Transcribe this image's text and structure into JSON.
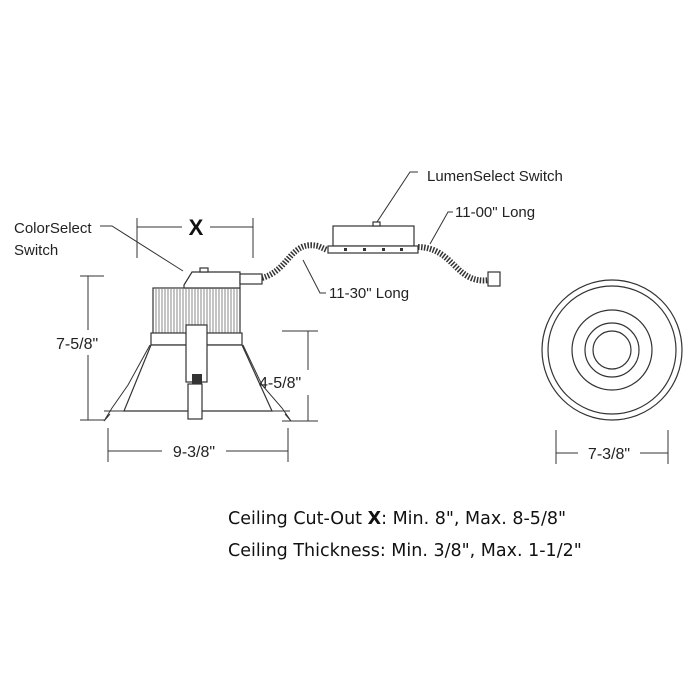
{
  "labels": {
    "color_select": [
      "ColorSelect",
      "Switch"
    ],
    "lumen_select": "LumenSelect Switch",
    "cable_right": "11-00\" Long",
    "cable_left": "11-30\" Long"
  },
  "dimensions": {
    "cutout_symbol": "X",
    "height": "7-5/8\"",
    "reflector_height": "4-5/8\"",
    "trim_diameter_side": "9-3/8\"",
    "trim_diameter_bottom": "7-3/8\""
  },
  "specs": {
    "cutout_prefix": "Ceiling Cut-Out ",
    "cutout_symbol": "X",
    "cutout_rest": ": Min. 8\", Max. 8-5/8\"",
    "thickness": "Ceiling Thickness: Min. 3/8\",  Max. 1-1/2\""
  }
}
